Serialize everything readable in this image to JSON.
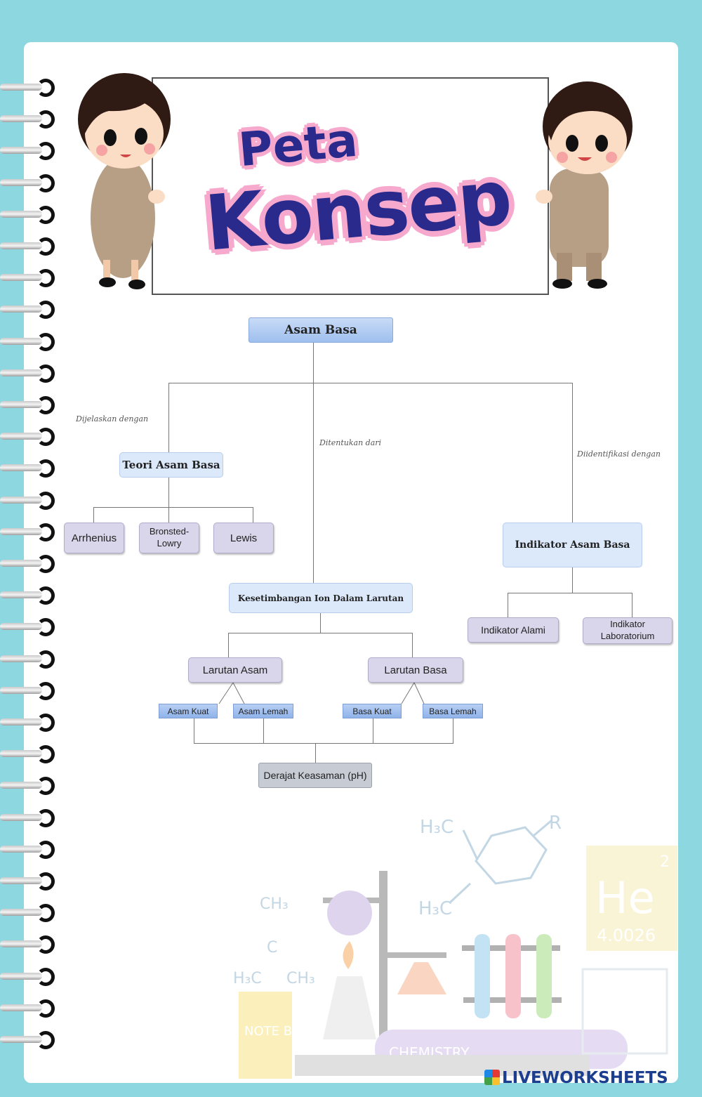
{
  "header": {
    "title_line1": "Peta",
    "title_line2": "Konsep"
  },
  "concept_map": {
    "root": "Asam Basa",
    "edge_labels": {
      "left": "Dijelaskan dengan",
      "center": "Ditentukan dari",
      "right": "Diidentifikasi dengan"
    },
    "teori": {
      "label": "Teori Asam Basa",
      "children": [
        "Arrhenius",
        "Bronsted-Lowry",
        "Lewis"
      ]
    },
    "indikator": {
      "label": "Indikator Asam Basa",
      "children": [
        "Indikator Alami",
        "Indikator Laboratorium"
      ]
    },
    "kesetimbangan": {
      "label": "Kesetimbangan Ion Dalam Larutan",
      "larutan_asam": {
        "label": "Larutan Asam",
        "children": [
          "Asam Kuat",
          "Asam Lemah"
        ]
      },
      "larutan_basa": {
        "label": "Larutan Basa",
        "children": [
          "Basa Kuat",
          "Basa Lemah"
        ]
      },
      "result": "Derajat Keasaman (pH)"
    }
  },
  "decorations": {
    "element_symbol": "He",
    "element_number": "2",
    "element_mass": "4.0026",
    "notebook_label": "NOTE BOOK",
    "book_label": "CHEMISTRY",
    "formula_h3c_top": "H₃C",
    "formula_r": "R",
    "formula_h3c_bottom": "H₃C",
    "formula_ch3_top": "CH₃",
    "formula_c": "C",
    "formula_h3c_left": "H₃C",
    "formula_ch3_right": "CH₃"
  },
  "footer": {
    "brand": "LIVEWORKSHEETS"
  }
}
